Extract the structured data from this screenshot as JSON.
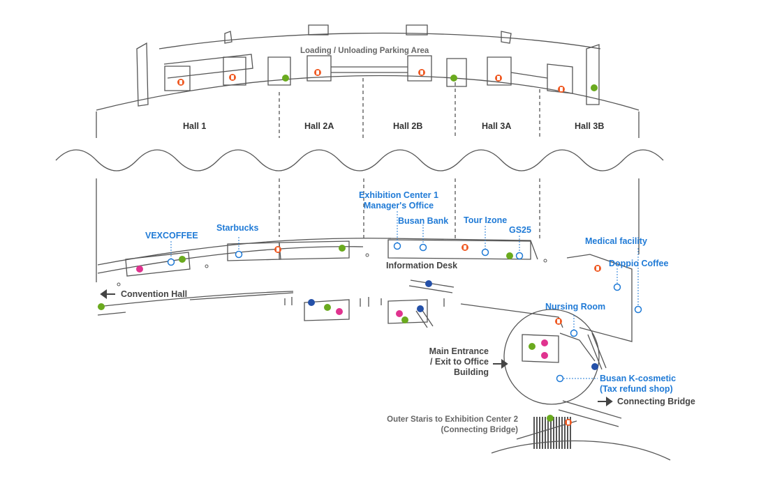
{
  "map": {
    "top_label": "Loading / Unloading Parking Area",
    "halls": [
      "Hall 1",
      "Hall 2A",
      "Hall 2B",
      "Hall 3A",
      "Hall 3B"
    ],
    "places": {
      "exhibition_center_line1": "Exhibition Center 1",
      "exhibition_center_line2": "Manager's Office",
      "busan_bank": "Busan Bank",
      "tour_izone": "Tour Izone",
      "gs25": "GS25",
      "starbucks": "Starbucks",
      "vexcoffee": "VEXCOFFEE",
      "medical_facility": "Medical facility",
      "doppio_coffee": "Doppio Coffee",
      "nursing_room": "Nursing Room",
      "busan_kcosmetic_line1": "Busan K-cosmetic",
      "busan_kcosmetic_line2": "(Tax refund shop)"
    },
    "labels": {
      "information_desk": "Information Desk",
      "convention_hall": "Convention Hall",
      "main_entrance_line1": "Main Entrance",
      "main_entrance_line2": "/ Exit to Office",
      "main_entrance_line3": "Building",
      "connecting_bridge": "Connecting Bridge",
      "outer_stairs_line1": "Outer Staris to Exhibition Center 2",
      "outer_stairs_line2": "(Connecting Bridge)"
    },
    "colors": {
      "walls": "#555555",
      "place_marker": "#1f7ad6",
      "restroom_icon": "#ef5a24",
      "baby_icon": "#e0338f",
      "accessible_icon": "#6aaa1e",
      "elevator_icon": "#2450a8"
    },
    "icons": [
      "restroom-icon",
      "nursing-icon",
      "accessible-restroom-icon",
      "escalator-icon"
    ]
  }
}
